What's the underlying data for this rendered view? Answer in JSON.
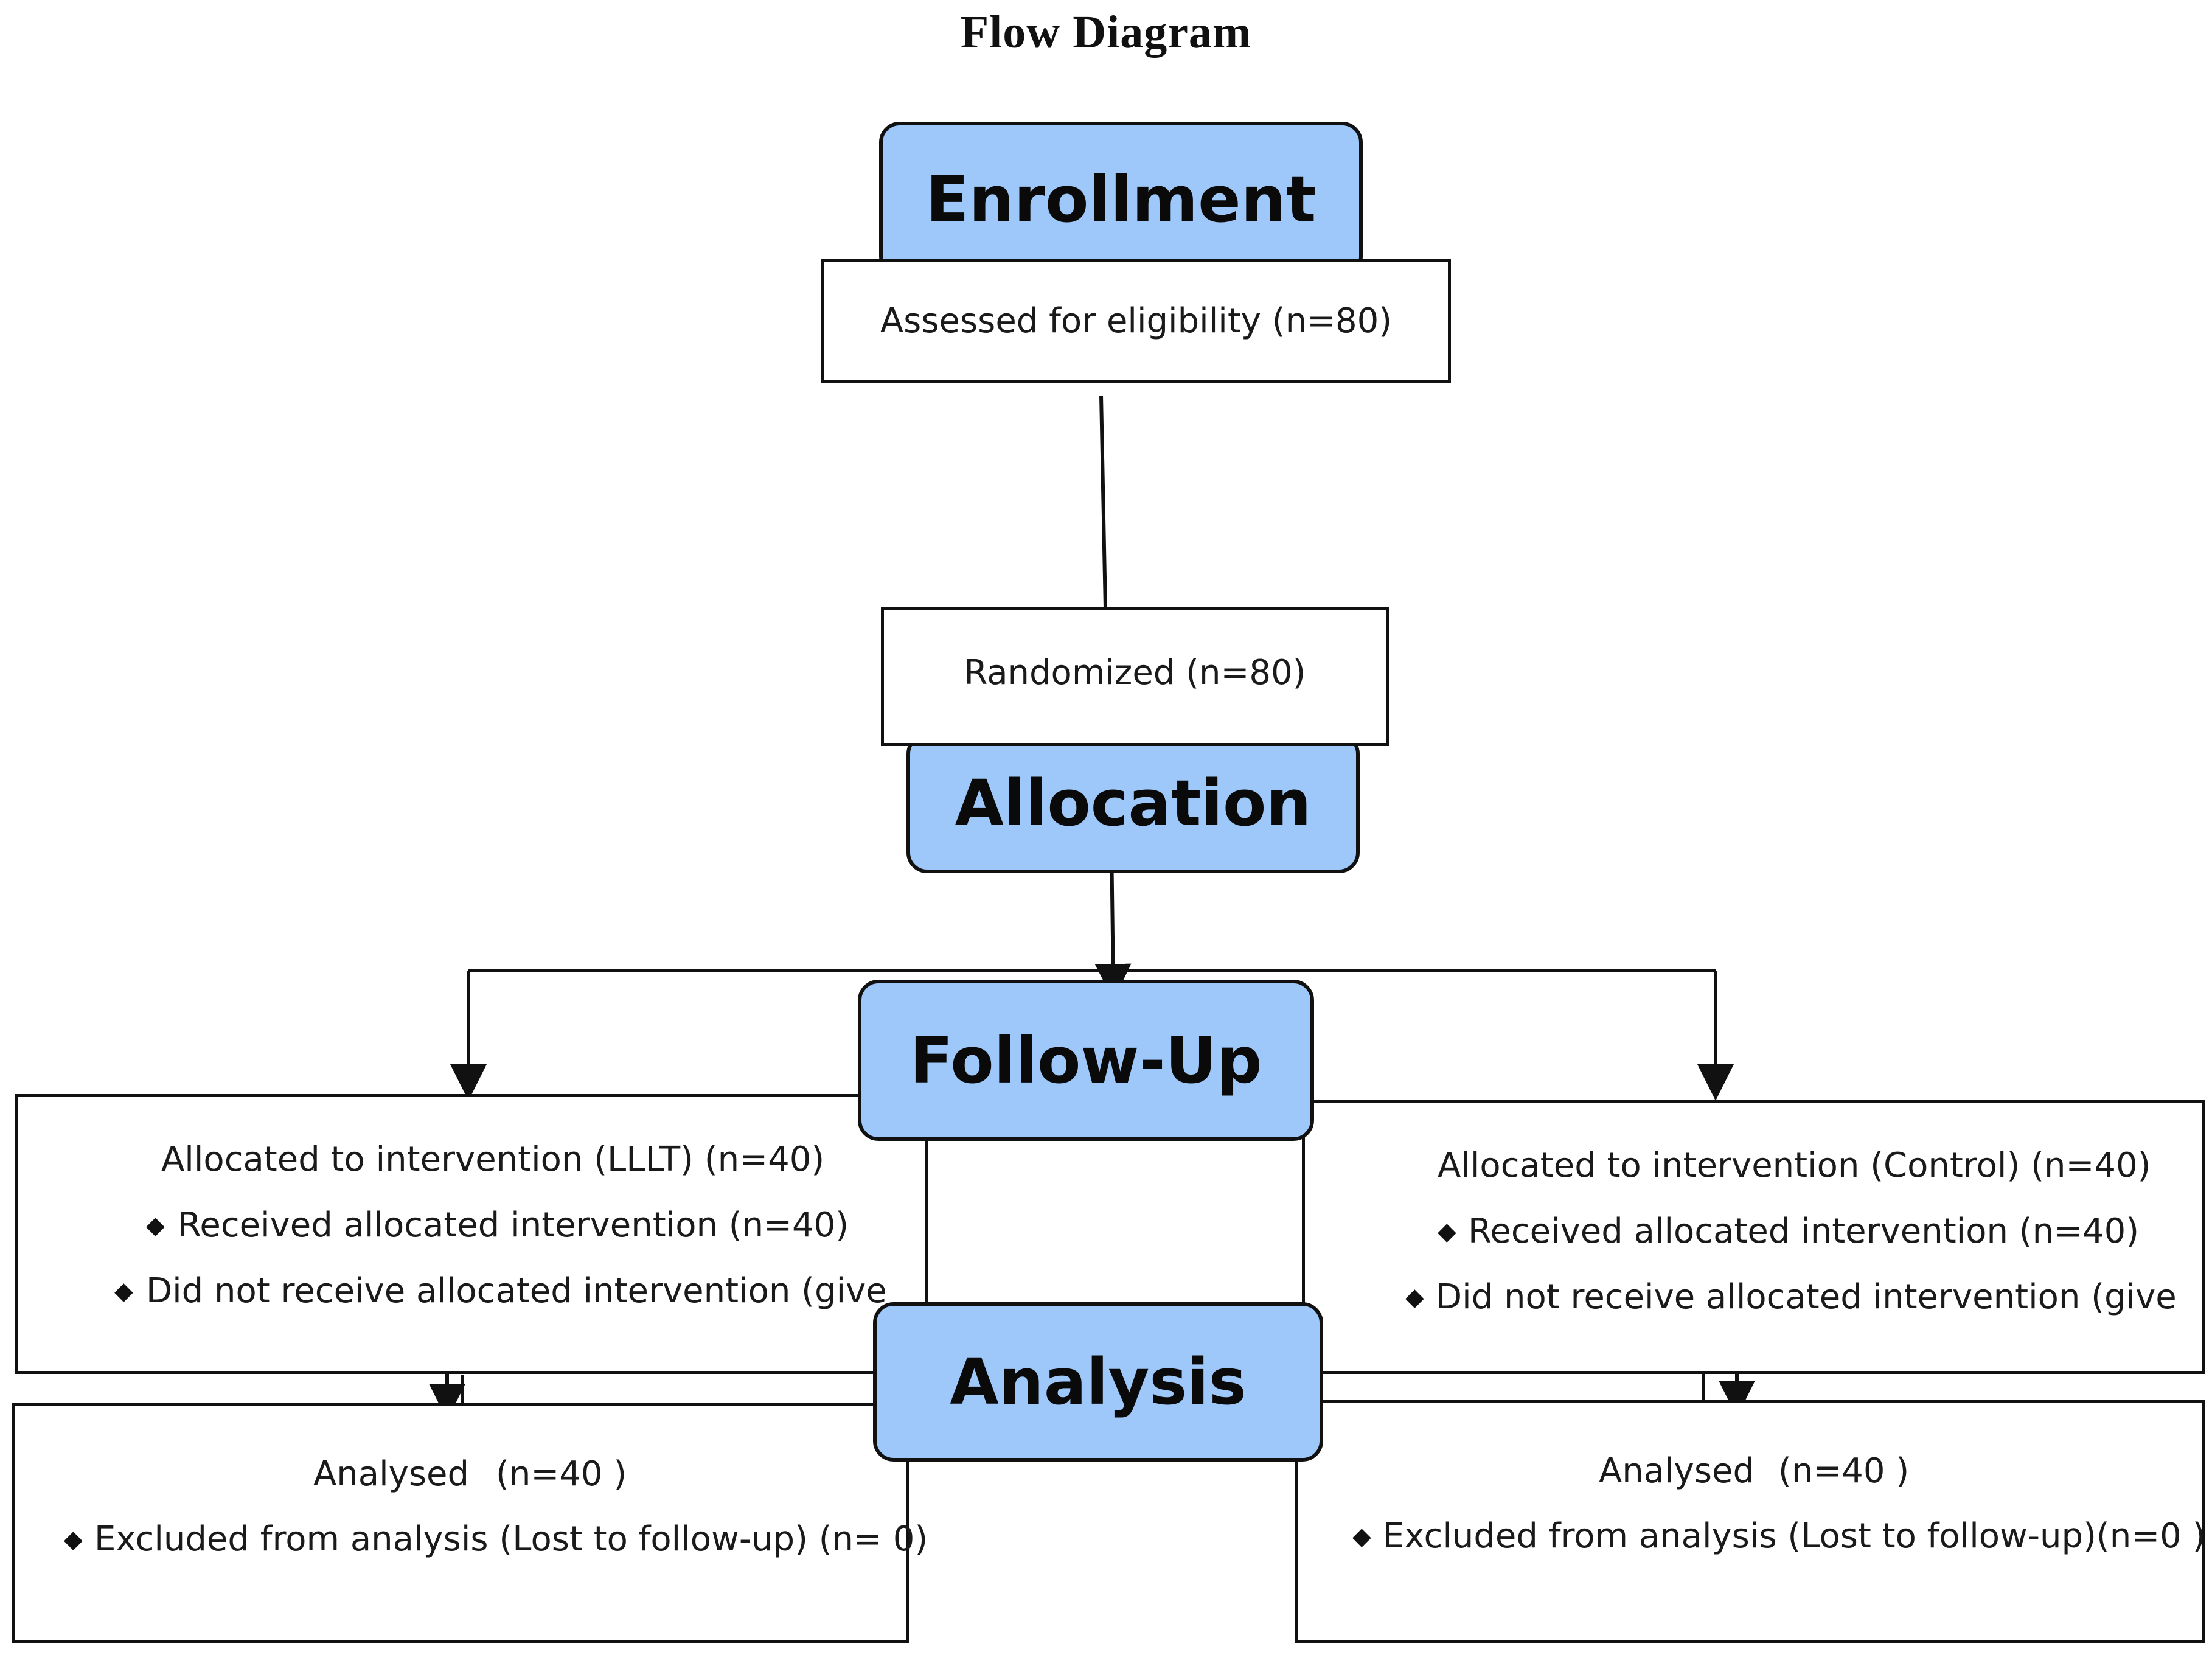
{
  "title": "Flow Diagram",
  "stages": {
    "enrollment": "Enrollment",
    "allocation": "Allocation",
    "follow_up": "Follow-Up",
    "analysis": "Analysis"
  },
  "boxes": {
    "assessed": "Assessed for eligibility (n=80)",
    "randomized": "Randomized (n=80)",
    "lllt": {
      "allocated": "Allocated to intervention (LLLT) (n=40)",
      "received": "Received allocated intervention (n=40)",
      "not_received": "Did not receive allocated intervention (give"
    },
    "control": {
      "allocated": "Allocated to intervention (Control) (n=40)",
      "received": "Received allocated intervention (n=40)",
      "not_received": "Did not receive allocated intervention (give"
    },
    "analysis_lllt": {
      "analysed": "Analysed",
      "count": "(n=40 )",
      "excluded": "Excluded from analysis (Lost to follow-up) (n= 0)"
    },
    "analysis_control": {
      "analysed": "Analysed",
      "count": "(n=40 )",
      "excluded": "Excluded from analysis (Lost to follow-up)(n=0 )"
    }
  },
  "colors": {
    "stage_fill": "#9ec8fa",
    "line": "#111111"
  }
}
